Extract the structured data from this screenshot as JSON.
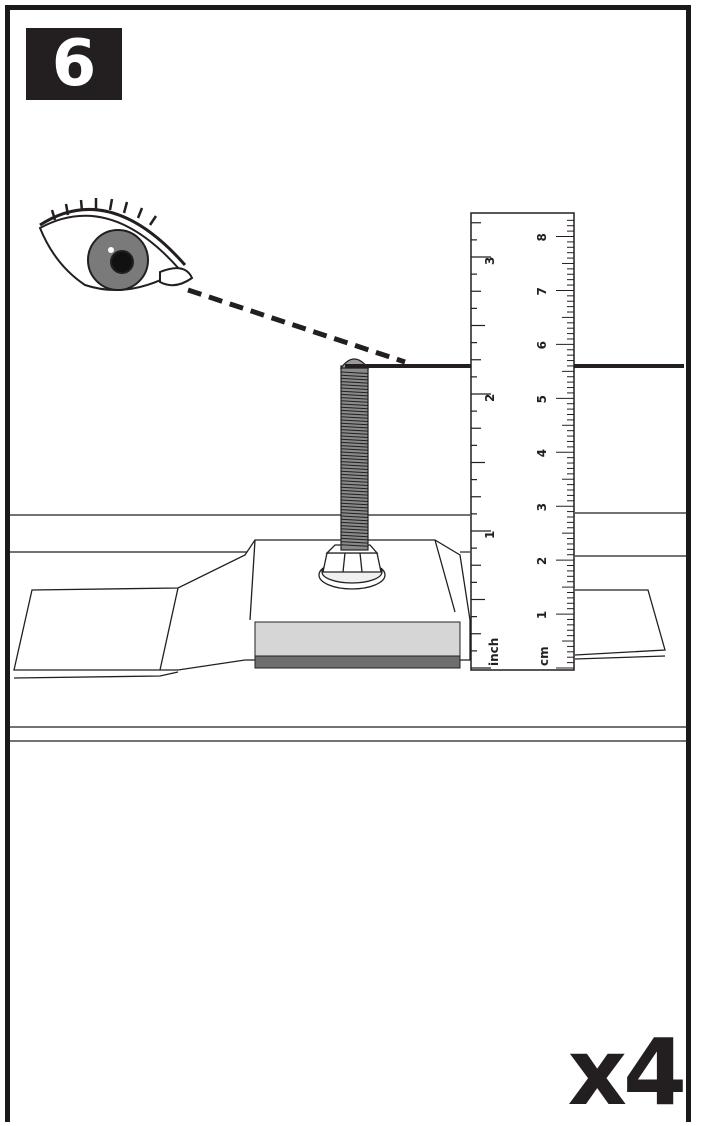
{
  "step": {
    "number": "6"
  },
  "quantity": {
    "label": "x4"
  },
  "ruler": {
    "inch_unit": "inch",
    "cm_unit": "cm",
    "inch_marks": [
      "1",
      "2",
      "3"
    ],
    "cm_marks": [
      "1",
      "2",
      "3",
      "4",
      "5",
      "6",
      "7",
      "8"
    ]
  },
  "icons": {
    "eye": "eye-icon",
    "bolt": "bolt-icon",
    "ruler": "ruler-icon"
  },
  "colors": {
    "ink": "#231f20",
    "bolt_gray": "#8a8a8a",
    "pad_light": "#d6d6d6",
    "pad_dark": "#6e6e6e"
  }
}
